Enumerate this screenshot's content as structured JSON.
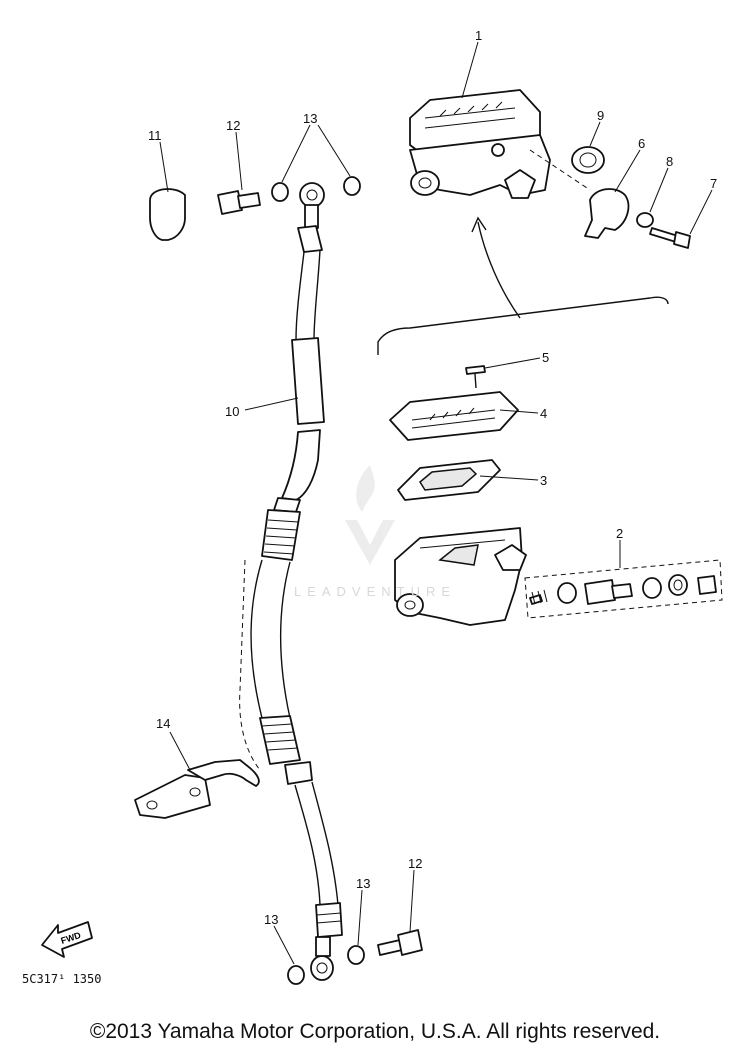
{
  "diagram": {
    "part_numbers": {
      "master_cylinder": "1",
      "cylinder_kit": "2",
      "diaphragm": "3",
      "cap": "4",
      "screw": "5",
      "holder": "6",
      "bolt": "7",
      "washer": "8",
      "boot": "9",
      "brake_hose": "10",
      "cap_union": "11",
      "union_bolt_top": "12",
      "gaskets_top": "13",
      "hose_guide": "14",
      "gasket_bottom_left": "13",
      "gasket_bottom_mid": "13",
      "union_bolt_bottom": "12"
    },
    "fwd_label": "FWD",
    "diagram_code": "5C317¹ 1350",
    "watermark": "LEADVENTURE",
    "copyright": "©2013 Yamaha Motor Corporation, U.S.A. All rights reserved."
  }
}
